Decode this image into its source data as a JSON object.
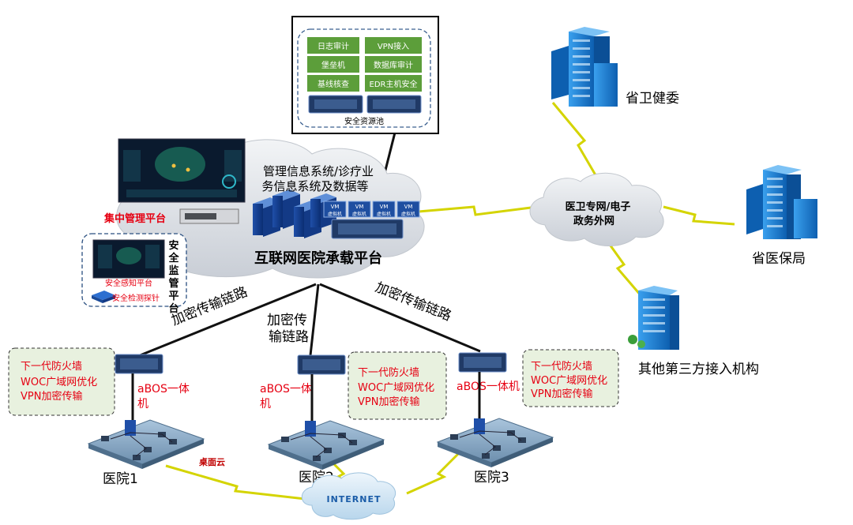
{
  "colors": {
    "accent_red": "#e60012",
    "green_box": "#5c9e3a",
    "note_fill": "#e8f1df",
    "cloud": "#d9dde3",
    "building": "#1a7fd4",
    "lightning": "#e6e600",
    "line": "#111111"
  },
  "pool": {
    "buttons": [
      "日志审计",
      "VPN接入",
      "堡垒机",
      "数据库审计",
      "基线核查",
      "EDR主机安全"
    ],
    "label": "安全资源池"
  },
  "central": {
    "desc_line1": "管理信息系统/诊疗业",
    "desc_line2": "务信息系统及数据等",
    "title": "互联网医院承载平台",
    "vm": [
      "VM",
      "VM",
      "VM",
      "VM"
    ],
    "vm_sub": [
      "虚拟机",
      "虚拟机",
      "虚拟机",
      "虚拟机"
    ]
  },
  "mgmt": {
    "label": "集中管理平台"
  },
  "monitor": {
    "title_chars": [
      "安",
      "全",
      "监",
      "管",
      "平",
      "台"
    ],
    "perception": "安全感知平台",
    "probe": "安全检测探针"
  },
  "links": {
    "left": "加密传输链路",
    "mid_1": "加密传",
    "mid_2": "输链路",
    "right": "加密传输链路"
  },
  "gov_cloud": {
    "line1": "医卫专网/电子",
    "line2": "政务外网"
  },
  "orgs": {
    "health": "省卫健委",
    "insurance": "省医保局",
    "third": "其他第三方接入机构"
  },
  "notes": [
    "下一代防火墙",
    "WOC广域网优化",
    "VPN加密传输"
  ],
  "abos": {
    "line1": "aBOS一体",
    "line2": "机",
    "single": "aBOS一体机"
  },
  "hospitals": [
    "医院1",
    "医院2",
    "医院3"
  ],
  "desktop_cloud": "桌面云",
  "internet": "INTERNET"
}
